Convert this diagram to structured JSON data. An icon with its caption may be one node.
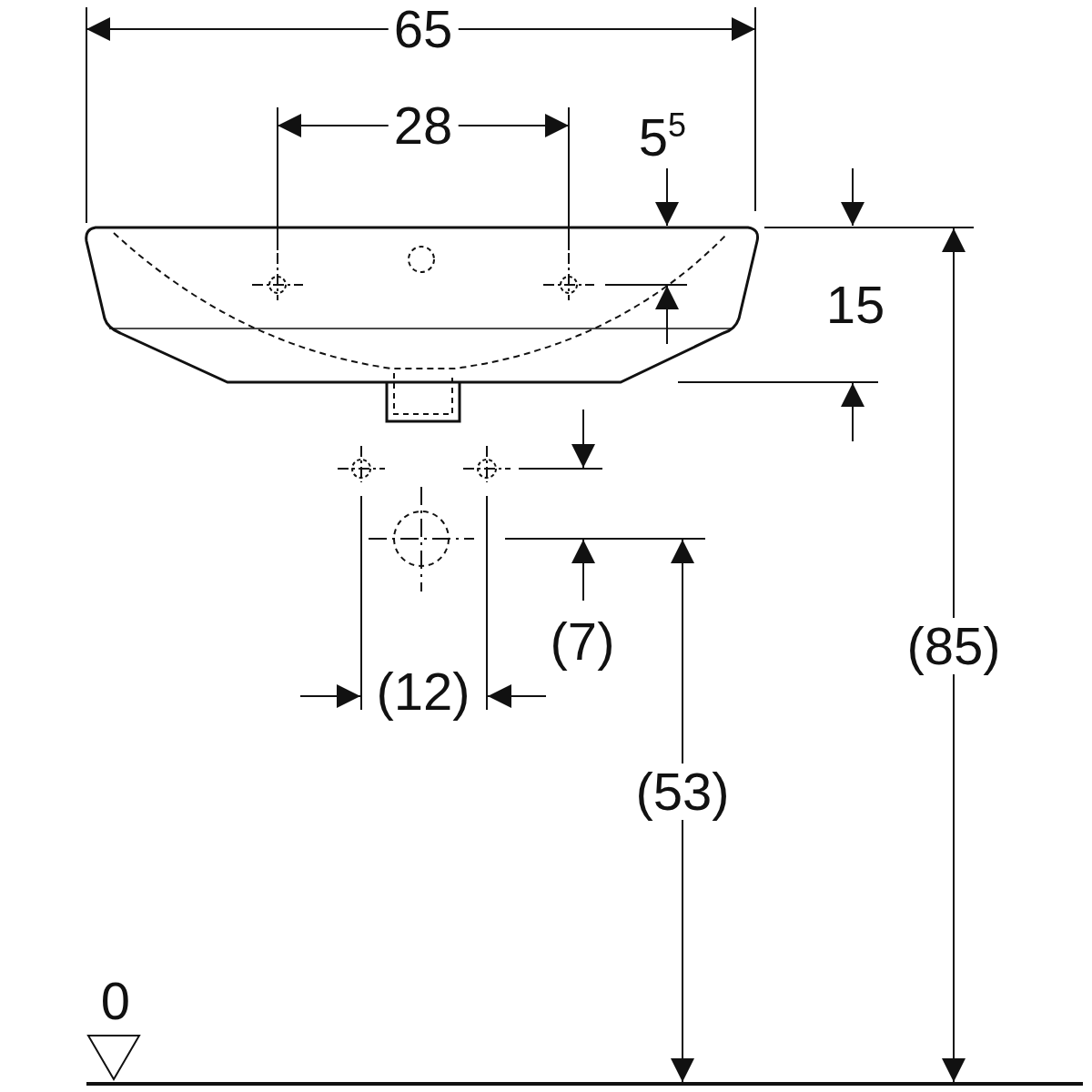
{
  "diagram": {
    "labels": [
      "65",
      "28",
      "5$^{5}$",
      "15",
      "(7)",
      "(85)",
      "(12)",
      "(53)",
      "0"
    ]
  }
}
